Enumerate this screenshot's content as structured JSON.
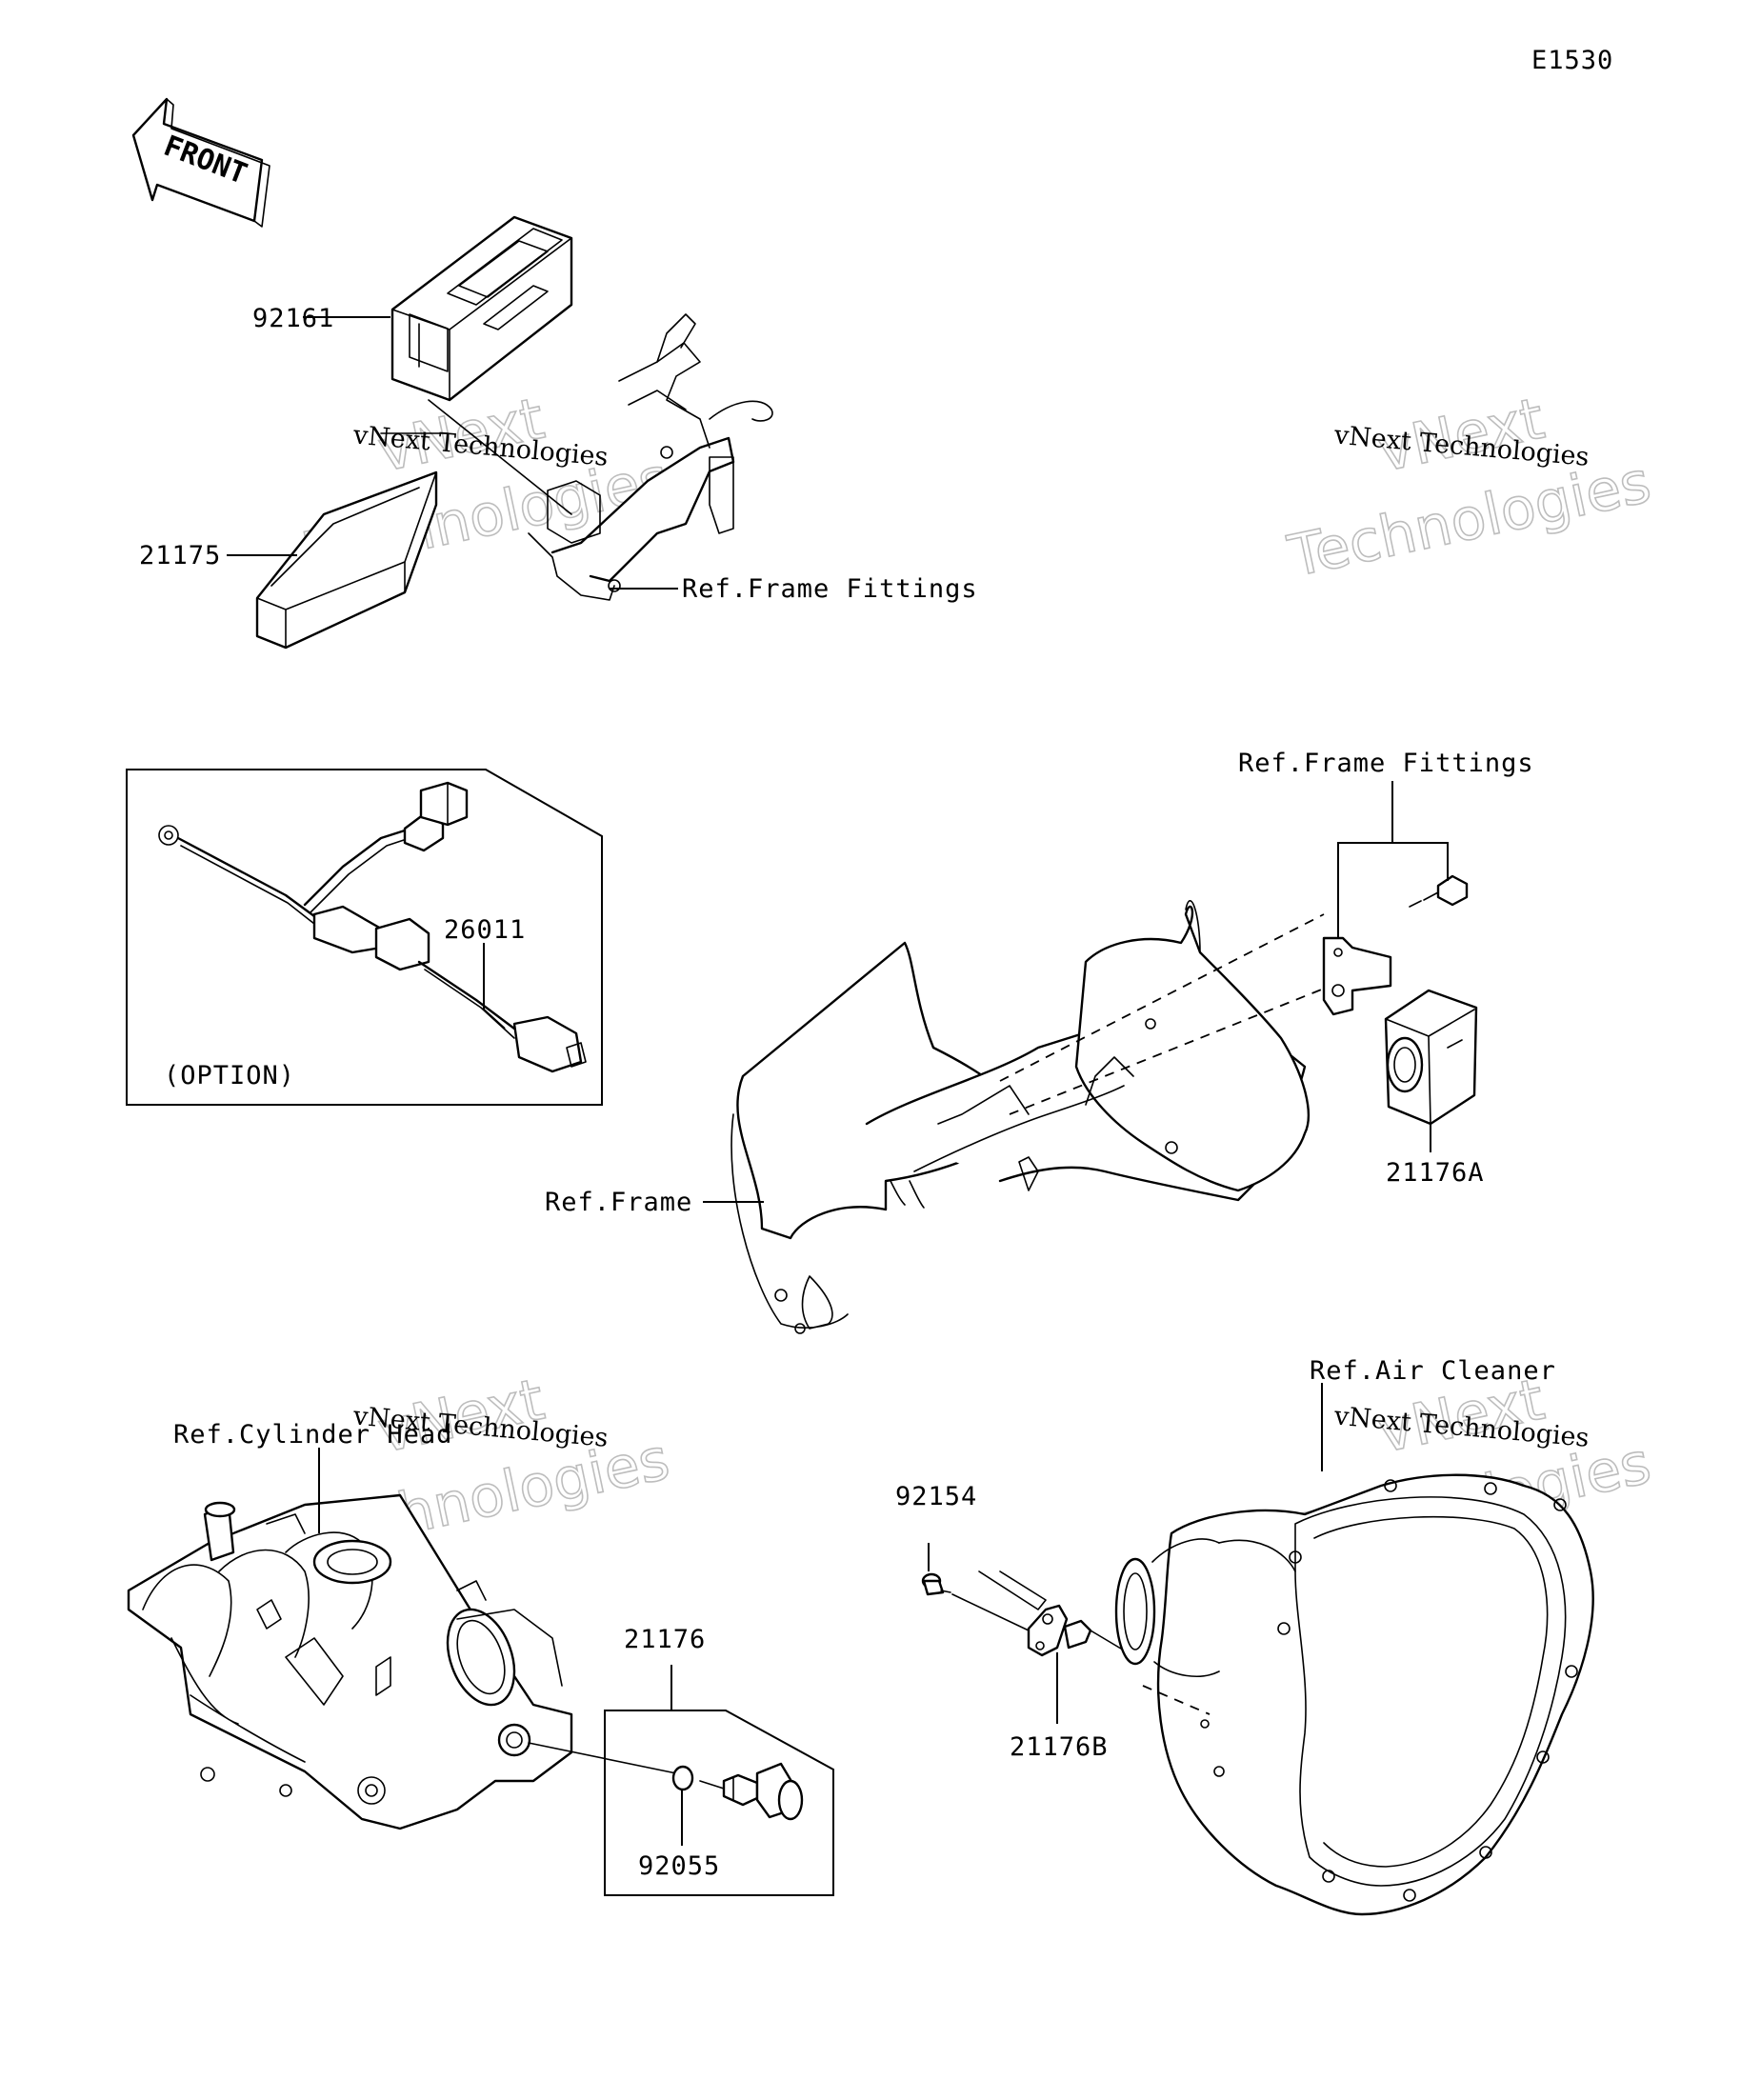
{
  "diagram_code": "E1530",
  "front_label": "FRONT",
  "labels": {
    "p92161": "92161",
    "p21175": "21175",
    "ref_frame_fittings_top": "Ref.Frame Fittings",
    "ref_frame_fittings_right": "Ref.Frame Fittings",
    "p26011": "26011",
    "option": "(OPTION)",
    "p21176A": "21176A",
    "ref_frame": "Ref.Frame",
    "ref_air_cleaner": "Ref.Air Cleaner",
    "ref_cylinder_head": "Ref.Cylinder Head",
    "p92154": "92154",
    "p21176": "21176",
    "p21176B": "21176B",
    "p92055": "92055"
  },
  "watermarks": {
    "wm1_line1": "vNext",
    "wm1_line2": "Technologies",
    "wm1_small": "vNext Technologies",
    "wm2_line1": "vNext",
    "wm2_line2": "Technologies",
    "wm2_small": "vNext Technologies",
    "wm3_line1": "vNext",
    "wm3_line2": "Technologies",
    "wm3_small": "vNext Technologies",
    "wm4_line1": "vNext",
    "wm4_line2": "Technologies",
    "wm4_small": "vNext Technologies"
  }
}
